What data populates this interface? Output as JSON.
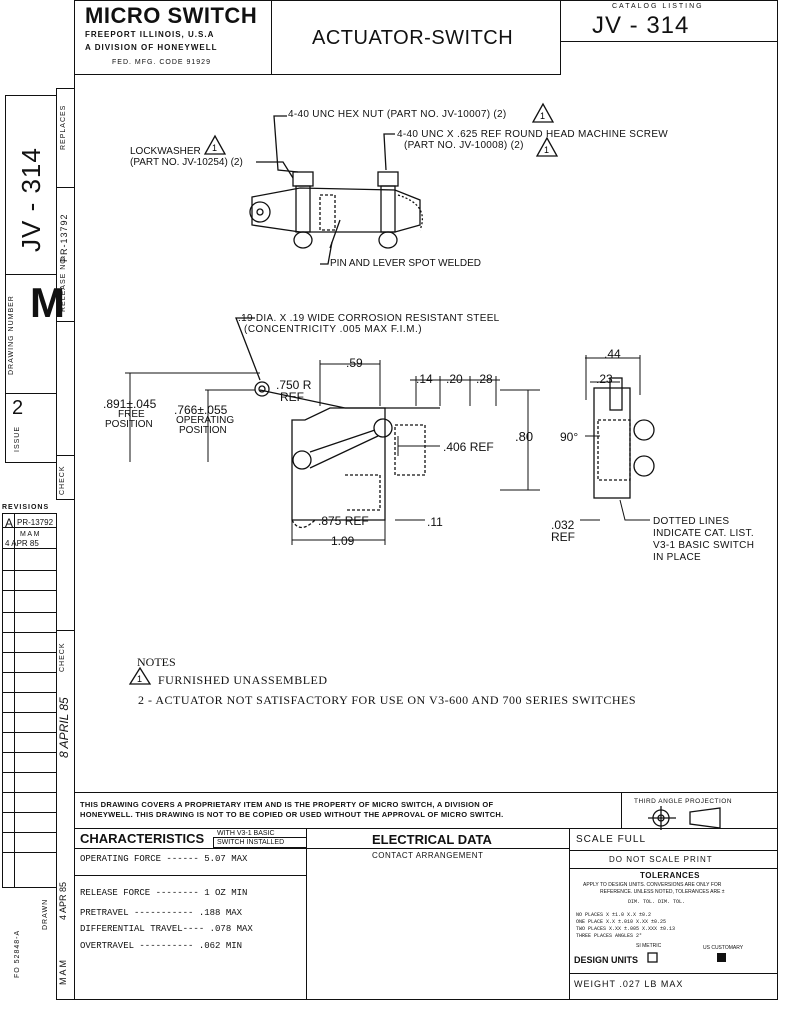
{
  "title_block": {
    "company": "MICRO SWITCH",
    "address": "FREEPORT ILLINOIS, U.S.A",
    "division": "A DIVISION OF HONEYWELL",
    "fed_code": "FED. MFG. CODE 91929",
    "title": "ACTUATOR-SWITCH",
    "catalog_label": "CATALOG LISTING",
    "catalog_number": "JV - 314"
  },
  "side_strip": {
    "number": "JV - 314",
    "replaces_label": "REPLACES",
    "release_label": "RELEASE NO.",
    "release_no": "PR-13792",
    "drawing_label": "DRAWING NUMBER",
    "drawing_letter": "M",
    "issue_label": "ISSUE",
    "issue_no": "2",
    "check_label": "CHECK",
    "revisions_label": "REVISIONS",
    "rev_letter": "A",
    "rev_pr": "PR-13792",
    "rev_by": "M A M",
    "rev_date": "4 APR 85",
    "check2_label": "CHECK",
    "date_sig": "8 APRIL 85",
    "drawn_label": "DRAWN",
    "drawn_date": "4 APR 85",
    "drawn_by": "M A M",
    "form_no": "FO 52848-A"
  },
  "callouts": {
    "hex_nut": "4-40 UNC HEX NUT (PART NO. JV-10007) (2)",
    "screw_1": "4-40 UNC X .625 REF ROUND HEAD MACHINE SCREW",
    "screw_2": "(PART NO. JV-10008) (2)",
    "lockwasher_1": "LOCKWASHER",
    "lockwasher_2": "(PART NO. JV-10254) (2)",
    "pin_lever": "PIN AND LEVER SPOT WELDED",
    "roller_1": ".19 DIA. X .19 WIDE CORROSION RESISTANT STEEL",
    "roller_2": "(CONCENTRICITY .005 MAX F.I.M.)",
    "note_flag": "1"
  },
  "dimensions": {
    "d_059": ".59",
    "d_750r": ".750 R",
    "d_ref": "REF",
    "d_014": ".14",
    "d_020": ".20",
    "d_028": ".28",
    "d_891": ".891±.045",
    "free": "FREE",
    "free_pos": "POSITION",
    "d_766": ".766±.055",
    "operating": "OPERATING",
    "op_pos": "POSITION",
    "d_406": ".406 REF",
    "d_080": ".80",
    "d_875": ".875 REF",
    "d_011": ".11",
    "d_109": "1.09",
    "d_044": ".44",
    "d_023": ".23",
    "d_90": "90°",
    "d_032": ".032",
    "d_032ref": "REF",
    "dotted_1": "DOTTED LINES",
    "dotted_2": "INDICATE CAT. LIST.",
    "dotted_3": "V3-1 BASIC SWITCH",
    "dotted_4": "IN PLACE"
  },
  "notes": {
    "heading": "NOTES",
    "n1_num": "1",
    "n1": "FURNISHED UNASSEMBLED",
    "n2": "2 - ACTUATOR NOT SATISFACTORY FOR USE ON V3-600 AND 700 SERIES SWITCHES"
  },
  "proprietary": {
    "line1": "THIS DRAWING COVERS A PROPRIETARY ITEM AND IS THE PROPERTY OF MICRO SWITCH, A DIVISION OF",
    "line2": "HONEYWELL. THIS DRAWING IS NOT TO BE COPIED OR USED WITHOUT THE APPROVAL OF MICRO SWITCH.",
    "projection": "THIRD ANGLE PROJECTION"
  },
  "characteristics": {
    "heading": "CHARACTERISTICS",
    "with_1": "WITH V3-1 BASIC",
    "with_2": "SWITCH INSTALLED",
    "rows": [
      {
        "label": "OPERATING FORCE ------ 5.07 MAX"
      },
      {
        "label": "RELEASE FORCE -------- 1 OZ MIN"
      },
      {
        "label": "PRETRAVEL ----------- .188 MAX"
      },
      {
        "label": "DIFFERENTIAL TRAVEL---- .078 MAX"
      },
      {
        "label": "OVERTRAVEL ---------- .062 MIN"
      }
    ]
  },
  "electrical": {
    "heading": "ELECTRICAL DATA",
    "contact": "CONTACT ARRANGEMENT"
  },
  "scale": {
    "scale": "SCALE FULL",
    "do_not": "DO NOT SCALE PRINT",
    "tolerances": "TOLERANCES",
    "tol_note_1": "APPLY TO DESIGN UNITS. CONVERSIONS ARE ONLY FOR",
    "tol_note_2": "REFERENCE. UNLESS NOTED, TOLERANCES ARE ±",
    "tol_head": "DIM.   TOL.   DIM.   TOL.",
    "tol_r1": "NO PLACES  X   ±1.0   X.X  ±0.2",
    "tol_r2": "ONE PLACE  X.X  ±.010  X.XX ±0.25",
    "tol_r3": "TWO PLACES X.XX ±.005  X.XXX ±0.13",
    "tol_r4": "THREE PLACES  ANGLES  2°",
    "si_metric": "SI METRIC",
    "us_customary": "US CUSTOMARY",
    "design_units": "DESIGN UNITS",
    "weight": "WEIGHT .027 LB MAX"
  }
}
